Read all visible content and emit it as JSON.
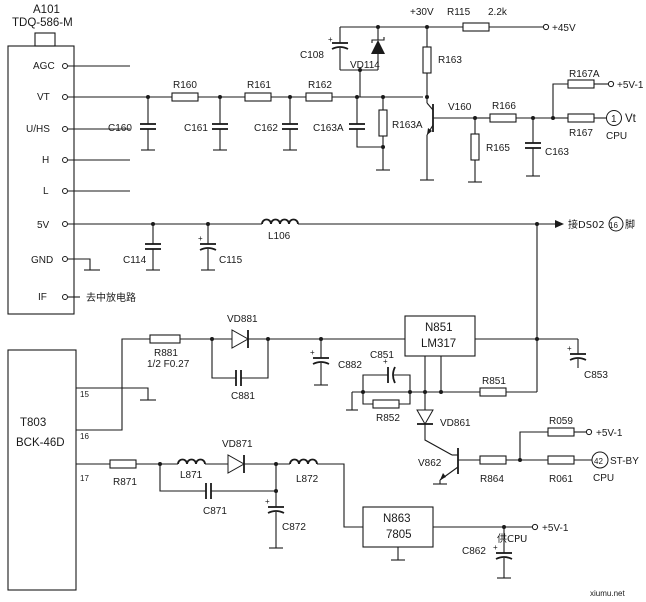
{
  "tuner": {
    "ref": "A101",
    "model": "TDQ-586-M",
    "pins": [
      "AGC",
      "VT",
      "U/HS",
      "H",
      "L",
      "5V",
      "GND",
      "IF"
    ]
  },
  "if_note": "去中放电路",
  "supply": {
    "v30": "+30V",
    "r115": "R115",
    "r115_val": "2.2k",
    "v45": "+45V"
  },
  "components": {
    "c108": "C108",
    "vd114": "VD114",
    "r163": "R163",
    "r160": "R160",
    "r161": "R161",
    "r162": "R162",
    "c160": "C160",
    "c161": "C161",
    "c162": "C162",
    "c163a": "C163A",
    "r163a": "R163A",
    "v160": "V160",
    "r166": "R166",
    "r165": "R165",
    "c163": "C163",
    "r167a": "R167A",
    "r167": "R167",
    "l106": "L106",
    "c114": "C114",
    "c115": "C115",
    "vd881": "VD881",
    "r881": "R881",
    "r881_val": "1/2 F0.27",
    "c881": "C881",
    "c882": "C882",
    "c851": "C851",
    "r852": "R852",
    "r851": "R851",
    "c853": "C853",
    "vd861": "VD861",
    "v862": "V862",
    "r059": "R059",
    "r864": "R864",
    "r061": "R061",
    "r871": "R871",
    "l871": "L871",
    "vd871": "VD871",
    "l872": "L872",
    "c871": "C871",
    "c872": "C872",
    "c862": "C862"
  },
  "regulators": {
    "n851_ref": "N851",
    "n851_part": "LM317",
    "n863_ref": "N863",
    "n863_part": "7805"
  },
  "transformer": {
    "ref": "T803",
    "model": "BCK-46D",
    "pins": [
      "15",
      "16",
      "17"
    ]
  },
  "outputs": {
    "v5_1": "+5V-1",
    "vt": "Vt",
    "vt_pin": "1",
    "cpu": "CPU",
    "ds02_prefix": "接DS02",
    "ds02_pin": "16",
    "ds02_suffix": "脚",
    "stby": "ST-BY",
    "stby_pin": "42",
    "cpu_supply": "供CPU"
  },
  "watermark": "xiumu.net"
}
